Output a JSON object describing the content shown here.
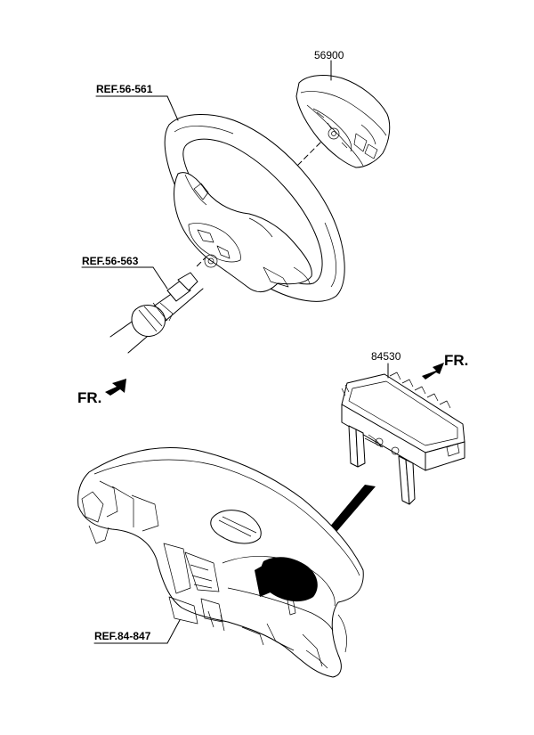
{
  "labels": {
    "part_driver_airbag": "56900",
    "part_passenger_airbag": "84530",
    "ref_steering_wheel": "REF.56-561",
    "ref_steering_column": "REF.56-563",
    "ref_crash_pad": "REF.84-847",
    "front_left": "FR.",
    "front_right": "FR."
  }
}
